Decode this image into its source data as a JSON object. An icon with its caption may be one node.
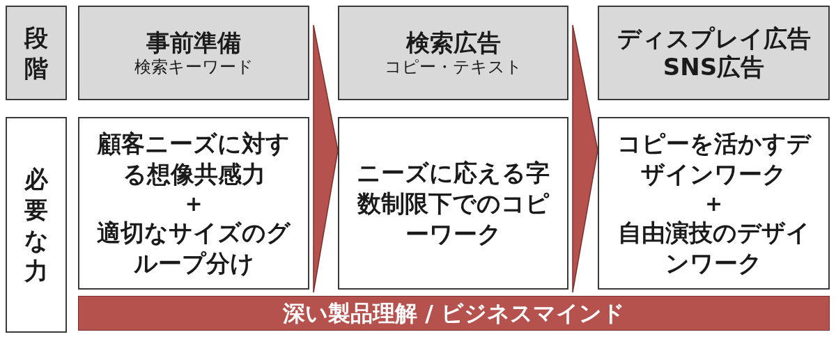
{
  "diagram": {
    "nodes": [
      {
        "text": [
          "段階"
        ]
      },
      {
        "text": [
          "事前準備",
          "検索キーワード"
        ]
      },
      {
        "text": [
          "検索広告",
          "コピー・テキスト"
        ]
      },
      {
        "text": [
          "ディスプレイ広告",
          "SNS広告"
        ]
      },
      {
        "text": [
          "必要な力"
        ]
      },
      {
        "text": [
          "顧客ニーズに対する想像共感力",
          "+",
          "適切なサイズのグループ分け"
        ]
      },
      {
        "text": [
          "ニーズに応える字数制限下でのコピーワーク"
        ]
      },
      {
        "text": [
          "コピーを活かすデザインワーク",
          "+",
          "自由演技のデザインワーク"
        ]
      },
      {
        "text": [
          "深い製品理解 / ビジネスマインド"
        ]
      }
    ],
    "edges": [
      {
        "from": 5,
        "to": 6,
        "arrow": "to"
      },
      {
        "from": 6,
        "to": 7,
        "arrow": "to"
      }
    ]
  }
}
